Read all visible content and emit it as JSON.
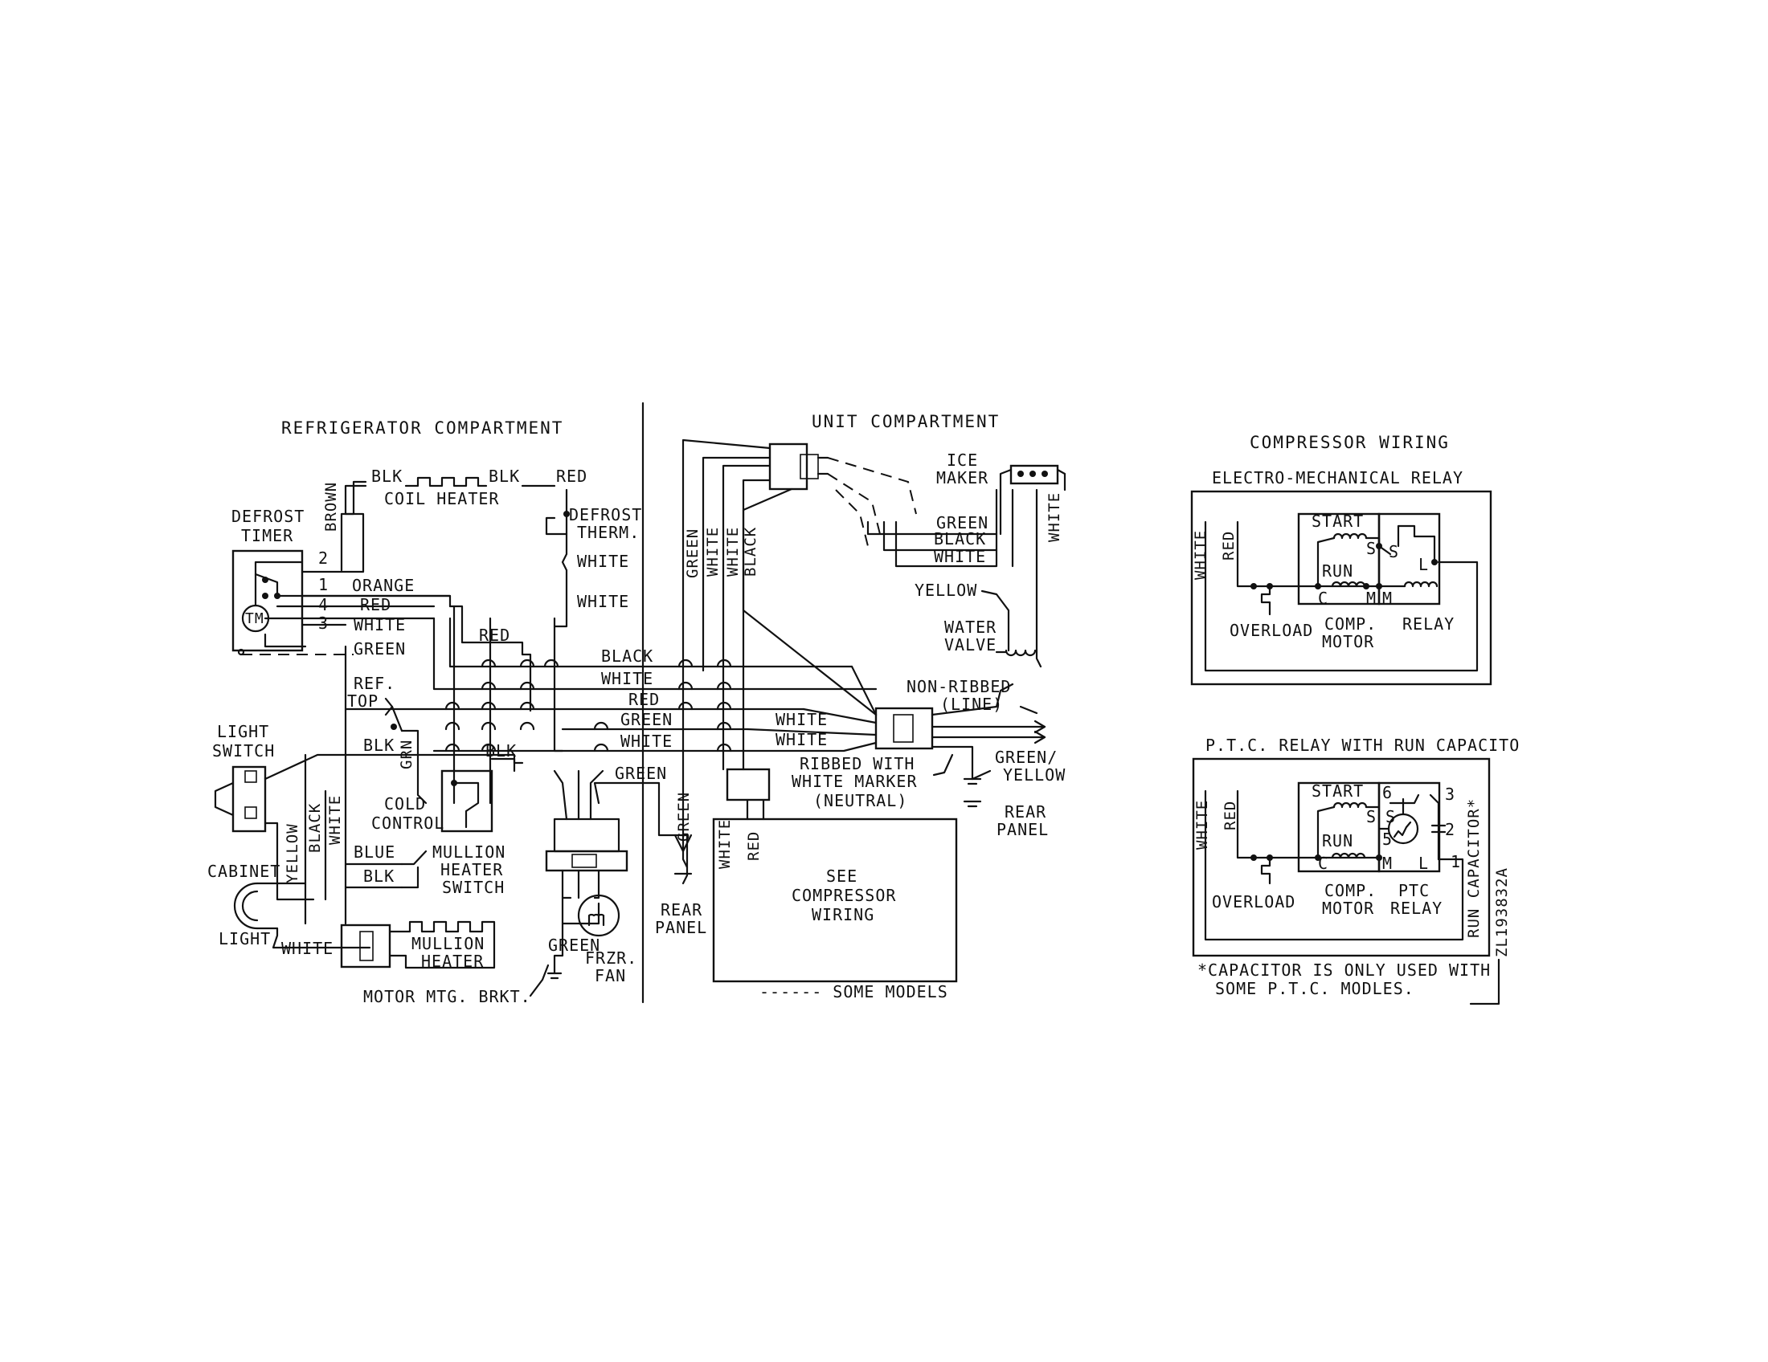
{
  "header": {
    "refrigerator_compartment": "REFRIGERATOR COMPARTMENT",
    "unit_compartment": "UNIT COMPARTMENT",
    "compressor_wiring": "COMPRESSOR WIRING"
  },
  "left": {
    "defrost_timer_1": "DEFROST",
    "defrost_timer_2": "TIMER",
    "tm": "TM",
    "term_2": "2",
    "term_1": "1",
    "term_4": "4",
    "term_3": "3",
    "orange": "ORANGE",
    "red": "RED",
    "white": "WHITE",
    "green": "GREEN",
    "brown": "BROWN",
    "blk_a": "BLK",
    "blk_b": "BLK",
    "red_top": "RED",
    "coil_heater": "COIL HEATER",
    "defrost_therm_1": "DEFROST",
    "defrost_therm_2": "THERM.",
    "white_therm_a": "WHITE",
    "white_therm_b": "WHITE",
    "red_mid": "RED",
    "ref_top_1": "REF.",
    "ref_top_2": "TOP",
    "light_switch_1": "LIGHT",
    "light_switch_2": "SWITCH",
    "blk_switch": "BLK",
    "grn": "GRN",
    "cold_control_1": "COLD",
    "cold_control_2": "CONTROL",
    "blk_cold": "BLK",
    "yellow": "YELLOW",
    "black_v": "BLACK",
    "white_v": "WHITE",
    "blue": "BLUE",
    "blk_mullion": "BLK",
    "mullion_switch_1": "MULLION",
    "mullion_switch_2": "HEATER",
    "mullion_switch_3": "SWITCH",
    "cabinet": "CABINET",
    "light": "LIGHT",
    "white_bottom": "WHITE",
    "mullion_heater_1": "MULLION",
    "mullion_heater_2": "HEATER",
    "motor_mtg_brkt": "MOTOR MTG. BRKT.",
    "green_fan": "GREEN",
    "frzr_fan_1": "FRZR.",
    "frzr_fan_2": "FAN",
    "green_center": "GREEN"
  },
  "bus": {
    "black": "BLACK",
    "white_1": "WHITE",
    "red": "RED",
    "green": "GREEN",
    "white_2": "WHITE"
  },
  "unit": {
    "green_v": "GREEN",
    "white_v1": "WHITE",
    "white_v2": "WHITE",
    "black_v": "BLACK",
    "ice_maker_1": "ICE",
    "ice_maker_2": "MAKER",
    "im_green": "GREEN",
    "im_black": "BLACK",
    "im_white": "WHITE",
    "im_white_v": "WHITE",
    "yellow": "YELLOW",
    "water_valve_1": "WATER",
    "water_valve_2": "VALVE",
    "non_ribbed_1": "NON-RIBBED",
    "non_ribbed_2": "(LINE)",
    "white_a": "WHITE",
    "white_b": "WHITE",
    "ribbed_1": "RIBBED WITH",
    "ribbed_2": "WHITE MARKER",
    "ribbed_3": "(NEUTRAL)",
    "green_yellow_1": "GREEN/",
    "green_yellow_2": "YELLOW",
    "rear_panel_r1": "REAR",
    "rear_panel_r2": "PANEL",
    "green_comp_v": "GREEN",
    "rear_panel_1": "REAR",
    "rear_panel_2": "PANEL",
    "white_comp_v": "WHITE",
    "red_comp_v": "RED",
    "see_1": "SEE",
    "see_2": "COMPRESSOR",
    "see_3": "WIRING",
    "some_models": "------ SOME MODELS"
  },
  "em": {
    "title": "ELECTRO-MECHANICAL RELAY",
    "white": "WHITE",
    "red": "RED",
    "start": "START",
    "run": "RUN",
    "s1": "S",
    "s2": "S",
    "c": "C",
    "m1": "M",
    "m2": "M",
    "l": "L",
    "overload": "OVERLOAD",
    "comp_1": "COMP.",
    "comp_2": "MOTOR",
    "relay": "RELAY"
  },
  "ptc": {
    "title": "P.T.C. RELAY WITH RUN CAPACITO",
    "white": "WHITE",
    "red": "RED",
    "start": "START",
    "run": "RUN",
    "s1": "S",
    "s2": "S",
    "c": "C",
    "m1": "M",
    "l": "L",
    "n6": "6",
    "n5": "5",
    "n3": "3",
    "n2": "2",
    "n1": "1",
    "overload": "OVERLOAD",
    "comp_1": "COMP.",
    "comp_2": "MOTOR",
    "ptc_1": "PTC",
    "ptc_2": "RELAY",
    "run_cap": "RUN CAPACITOR*",
    "note_1": "*CAPACITOR IS ONLY USED WITH",
    "note_2": "SOME P.T.C. MODLES.",
    "code": "ZL193832A"
  }
}
